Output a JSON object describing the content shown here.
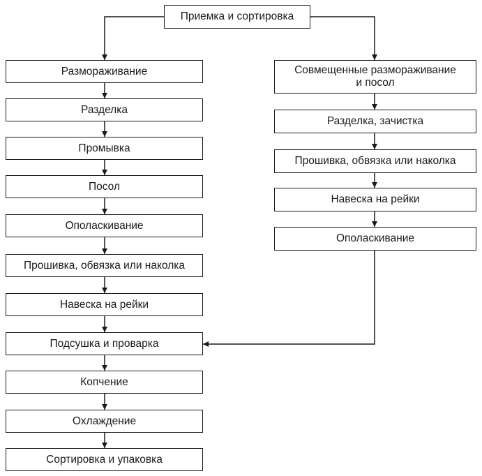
{
  "diagram": {
    "top": "Приемка и сортировка",
    "left_steps": [
      "Размораживание",
      "Разделка",
      "Промывка",
      "Посол",
      "Ополаскивание",
      "Прошивка, обвязка или наколка",
      "Навеска на рейки",
      "Подсушка и проварка",
      "Копчение",
      "Охлаждение",
      "Сортировка и упаковка"
    ],
    "right_steps": [
      "Совмещенные размораживание\nи посол",
      "Разделка, зачистка",
      "Прошивка, обвязка или наколка",
      "Навеска на рейки",
      "Ополаскивание"
    ],
    "colors": {
      "stroke": "#1a1a1a",
      "fill": "#ffffff"
    }
  }
}
